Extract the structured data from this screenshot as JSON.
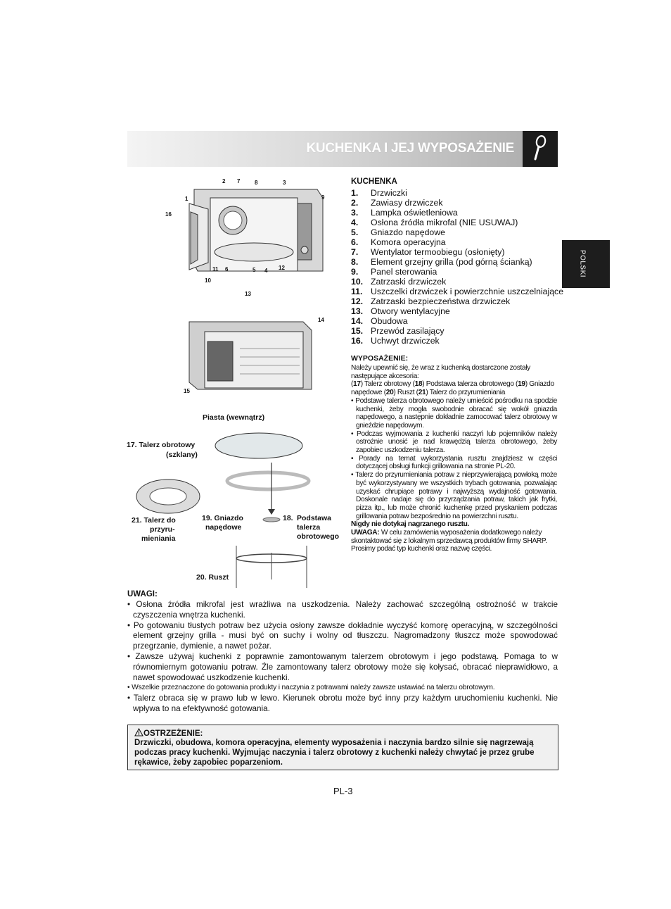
{
  "header": {
    "title": "KUCHENKA I JEJ WYPOSAŻENIE",
    "icon": "spoon-icon"
  },
  "side_tab": {
    "label": "POLSKI"
  },
  "kuchenka": {
    "title": "KUCHENKA",
    "parts": [
      {
        "n": "1.",
        "label": "Drzwiczki"
      },
      {
        "n": "2.",
        "label": "Zawiasy drzwiczek"
      },
      {
        "n": "3.",
        "label": "Lampka oświetleniowa"
      },
      {
        "n": "4.",
        "label": "Osłona źródła mikrofal (NIE USUWAJ)"
      },
      {
        "n": "5.",
        "label": "Gniazdo napędowe"
      },
      {
        "n": "6.",
        "label": "Komora operacyjna"
      },
      {
        "n": "7.",
        "label": "Wentylator termoobiegu (osłonięty)"
      },
      {
        "n": "8.",
        "label": "Element grzejny grilla (pod górną ścianką)"
      },
      {
        "n": "9.",
        "label": "Panel sterowania"
      },
      {
        "n": "10.",
        "label": "Zatrzaski drzwiczek"
      },
      {
        "n": "11.",
        "label": "Uszczelki drzwiczek i powierzchnie uszczelniające"
      },
      {
        "n": "12.",
        "label": "Zatrzaski bezpieczeństwa drzwiczek"
      },
      {
        "n": "13.",
        "label": "Otwory wentylacyjne"
      },
      {
        "n": "14.",
        "label": "Obudowa"
      },
      {
        "n": "15.",
        "label": "Przewód zasilający"
      },
      {
        "n": "16.",
        "label": "Uchwyt drzwiczek"
      }
    ]
  },
  "wyposazenie": {
    "title": "WYPOSAŻENIE:",
    "intro": "Należy upewnić się, że wraz z kuchenką dostarczone zostały następujące akcesoria:",
    "list_a": "(",
    "n17": "17",
    "t17": ") Talerz obrotowy (",
    "n18": "18",
    "t18": ") Podstawa talerza obrotowego (",
    "n19": "19",
    "t19": ") Gniazdo napędowe (",
    "n20": "20",
    "t20": ") Ruszt (",
    "n21": "21",
    "t21": ") Talerz do przyrumieniania",
    "bullets": [
      "• Podstawę talerza obrotowego należy umieścić pośrodku na spodzie kuchenki, żeby mogła swobodnie obracać się wokół gniazda napędowego, a następnie dokładnie zamocować talerz obrotowy w gnieździe napędowym.",
      "• Podczas wyjmowania z kuchenki naczyń lub pojemników należy ostrożnie unosić je nad krawędzią talerza obrotowego, żeby zapobiec uszkodzeniu talerza.",
      "• Porady na temat wykorzystania rusztu znajdziesz w części dotyczącej obsługi funkcji grillowania na stronie PL-20.",
      "• Talerz do przyrumieniania potraw z nieprzywierającą powłoką może być wykorzystywany we wszystkich trybach gotowania, pozwalając uzyskać chrupiące potrawy i najwyższą wydajność gotowania. Doskonale nadaje się do przyrządzania potraw, takich jak frytki, pizza itp., lub może chronić kuchenkę przed pryskaniem podczas grillowania potraw bezpośrednio na powierzchni rusztu."
    ],
    "never_touch": "Nigdy nie dotykaj nagrzanego rusztu.",
    "uwaga_label": "UWAGA:",
    "uwaga_text": " W celu zamówienia wyposażenia dodatkowego należy skontaktować się z lokalnym sprzedawcą produktów firmy SHARP. Prosimy podać typ kuchenki oraz nazwę części."
  },
  "diagram": {
    "top_numbers": {
      "n1": "1",
      "n2": "2",
      "n3": "3",
      "n4": "4",
      "n5": "5",
      "n6": "6",
      "n7": "7",
      "n8": "8",
      "n9": "9",
      "n10": "10",
      "n11": "11",
      "n12": "12",
      "n16": "16"
    },
    "back_numbers": {
      "n13": "13",
      "n14": "14",
      "n15": "15"
    },
    "hub": "Piasta (wewnątrz)",
    "l17a": "17. Talerz obrotowy",
    "l17b": "(szklany)",
    "l21a": "21. Talerz do",
    "l21b": "przyru-",
    "l21c": "mieniania",
    "l19a": "19. Gniazdo",
    "l19b": "napędowe",
    "l18a": "18.",
    "l18b": "Podstawa",
    "l18c": "talerza",
    "l18d": "obrotowego",
    "l20": "20. Ruszt"
  },
  "uwagi": {
    "title": "UWAGI:",
    "notes": [
      "• Osłona źródła mikrofal jest wrażliwa na uszkodzenia. Należy zachować szczególną ostrożność w trakcie czyszczenia wnętrza kuchenki.",
      "• Po gotowaniu tłustych potraw bez użycia osłony zawsze dokładnie wyczyść komorę operacyjną, w szczególności element grzejny grilla - musi być on suchy i wolny od tłuszczu. Nagromadzony tłuszcz może spowodować przegrzanie, dymienie, a nawet pożar.",
      "• Zawsze używaj kuchenki z poprawnie zamontowanym talerzem obrotowym i jego podstawą. Pomaga to w równomiernym gotowaniu potraw. Źle zamontowany talerz obrotowy może się kołysać, obracać nieprawidłowo, a nawet spowodować uszkodzenie kuchenki.",
      "• Wszelkie przeznaczone do gotowania produkty i naczynia z potrawami należy zawsze ustawiać na talerzu obrotowym.",
      "• Talerz obraca się w prawo lub w lewo. Kierunek obrotu może być inny przy każdym uruchomieniu kuchenki. Nie wpływa to na efektywność gotowania."
    ]
  },
  "warning": {
    "icon": "warning-triangle-icon",
    "title": "OSTRZEŻENIE:",
    "text": "Drzwiczki, obudowa, komora operacyjna, elementy wyposażenia i naczynia bardzo silnie się nagrzewają podczas pracy kuchenki. Wyjmując naczynia i talerz obrotowy z kuchenki należy chwytać je przez grube rękawice, żeby zapobiec poparzeniom."
  },
  "page_number": "PL-3"
}
